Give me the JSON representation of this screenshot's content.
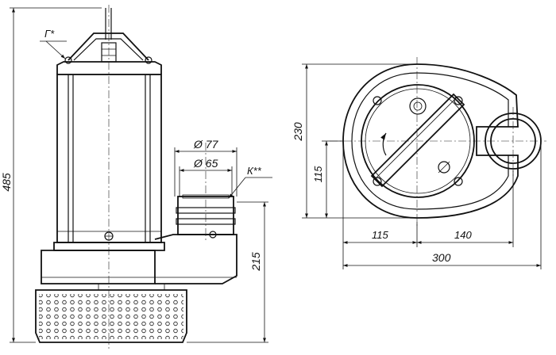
{
  "labels": {
    "note_g": "Г*",
    "note_k": "К**"
  },
  "dimensions": {
    "overall_height": "485",
    "outlet_height": "215",
    "outer_diameter": "Ø 77",
    "inner_diameter": "Ø 65",
    "plan_height": "230",
    "plan_center_height": "115",
    "plan_left_width": "115",
    "plan_right_width": "140",
    "plan_total_width": "300"
  }
}
